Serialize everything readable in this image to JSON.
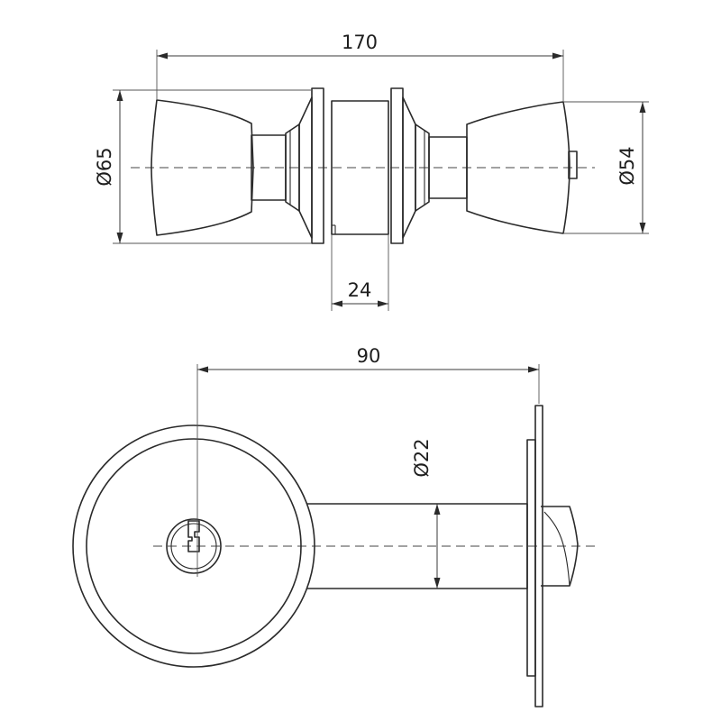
{
  "dimensions": {
    "overall_length": "170",
    "knob_diameter_left": "Ø65",
    "knob_diameter_right": "Ø54",
    "door_thickness": "24",
    "backset": "90",
    "latch_diameter": "Ø22"
  }
}
